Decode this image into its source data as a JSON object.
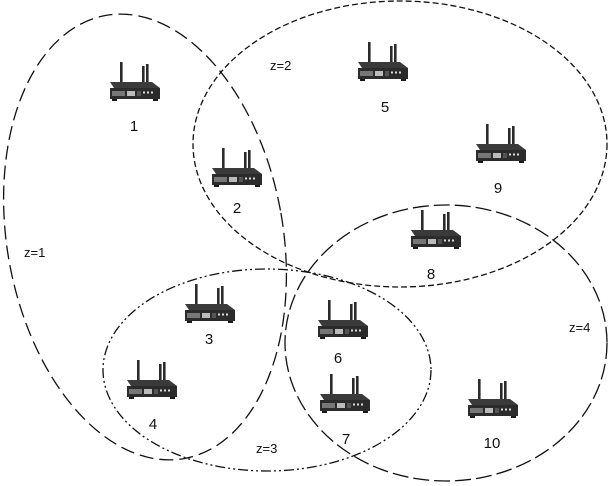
{
  "clusters": [
    {
      "label": "z=1"
    },
    {
      "label": "z=2"
    },
    {
      "label": "z=3"
    },
    {
      "label": "z=4"
    }
  ],
  "nodes": [
    {
      "label": "1",
      "icon": "wireless-router-icon"
    },
    {
      "label": "2",
      "icon": "wireless-router-icon"
    },
    {
      "label": "3",
      "icon": "wireless-router-icon"
    },
    {
      "label": "4",
      "icon": "wireless-router-icon"
    },
    {
      "label": "5",
      "icon": "wireless-router-icon"
    },
    {
      "label": "6",
      "icon": "wireless-router-icon"
    },
    {
      "label": "7",
      "icon": "wireless-router-icon"
    },
    {
      "label": "8",
      "icon": "wireless-router-icon"
    },
    {
      "label": "9",
      "icon": "wireless-router-icon"
    },
    {
      "label": "10",
      "icon": "wireless-router-icon"
    }
  ],
  "colors": {
    "stroke": "#111111",
    "device": "#2b2b2b",
    "background": "#ffffff"
  }
}
